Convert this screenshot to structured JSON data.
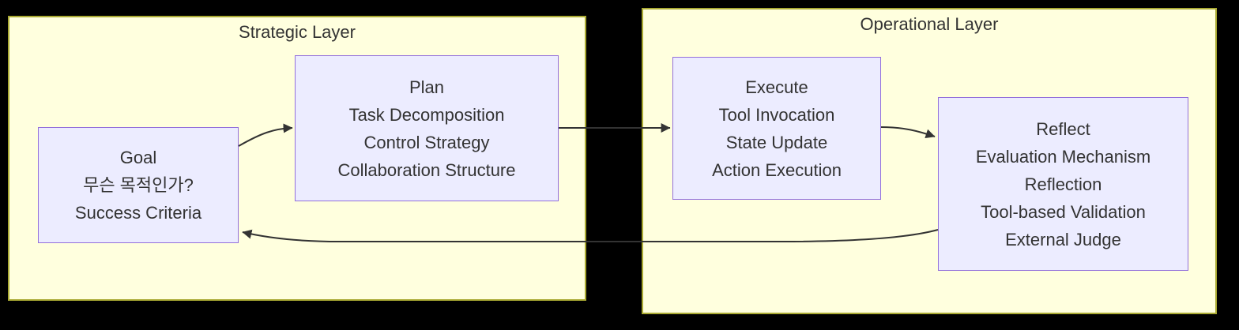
{
  "diagram": {
    "type": "flowchart",
    "clusters": [
      {
        "label": "Strategic Layer"
      },
      {
        "label": "Operational Layer"
      }
    ],
    "nodes": {
      "goal": {
        "cluster": "Strategic Layer",
        "lines": [
          "Goal",
          "무슨 목적인가?",
          "Success Criteria"
        ]
      },
      "plan": {
        "cluster": "Strategic Layer",
        "lines": [
          "Plan",
          "Task Decomposition",
          "Control Strategy",
          "Collaboration Structure"
        ]
      },
      "execute": {
        "cluster": "Operational Layer",
        "lines": [
          "Execute",
          "Tool Invocation",
          "State Update",
          "Action Execution"
        ]
      },
      "reflect": {
        "cluster": "Operational Layer",
        "lines": [
          "Reflect",
          "Evaluation Mechanism",
          "Reflection",
          "Tool-based Validation",
          "External Judge"
        ]
      }
    },
    "edges": [
      {
        "from": "Goal",
        "to": "Plan"
      },
      {
        "from": "Plan",
        "to": "Execute"
      },
      {
        "from": "Execute",
        "to": "Reflect"
      },
      {
        "from": "Reflect",
        "to": "Goal"
      }
    ],
    "colors": {
      "canvas_bg": "#000000",
      "cluster_fill": "#ffffde",
      "cluster_border": "#aaaa33",
      "node_fill": "#ececff",
      "node_border": "#9370db",
      "text": "#333333",
      "edge": "#333333"
    }
  }
}
